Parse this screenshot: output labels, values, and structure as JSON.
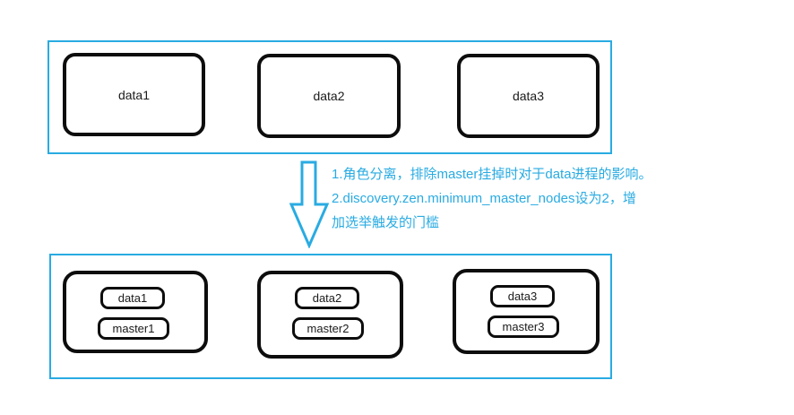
{
  "colors": {
    "accent": "#29ABE2",
    "box_border": "#0D0D0D",
    "background": "#FFFFFF",
    "label_text": "#1A1A1A"
  },
  "top_cluster": {
    "nodes": [
      {
        "label": "data1"
      },
      {
        "label": "data2"
      },
      {
        "label": "data3"
      }
    ]
  },
  "transition": {
    "arrow_icon": "down-arrow",
    "notes": [
      "1.角色分离，排除master挂掉时对于data进程的影响。",
      "2.discovery.zen.minimum_master_nodes设为2，增",
      "加选举触发的门槛"
    ]
  },
  "bottom_cluster": {
    "nodes": [
      {
        "data_label": "data1",
        "master_label": "master1"
      },
      {
        "data_label": "data2",
        "master_label": "master2"
      },
      {
        "data_label": "data3",
        "master_label": "master3"
      }
    ]
  }
}
